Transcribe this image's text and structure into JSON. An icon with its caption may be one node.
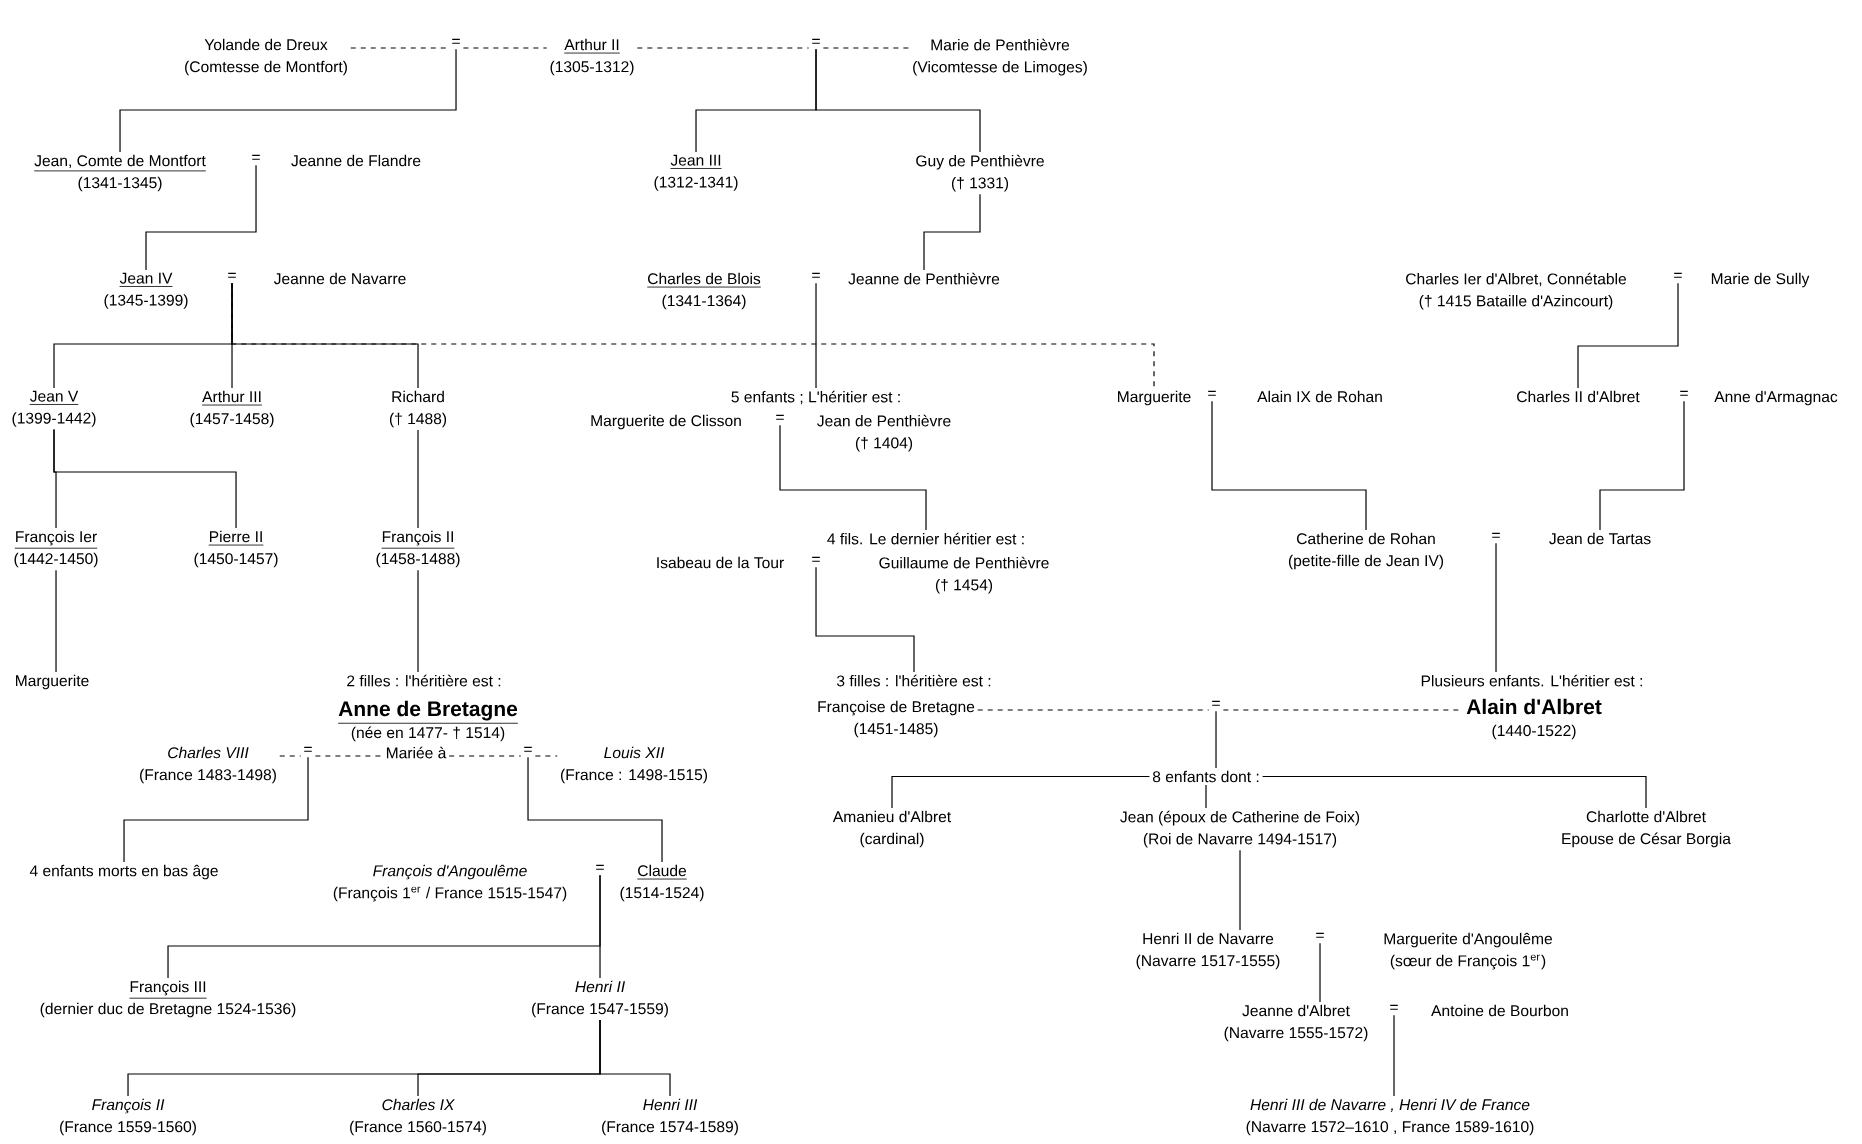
{
  "diagram": {
    "nodes": [
      {
        "text": [
          "Yolande de Dreux",
          "(Comtesse de Montfort)"
        ]
      },
      {
        "text": [
          "="
        ]
      },
      {
        "text": [
          "Arthur II",
          "(1305-1312)"
        ]
      },
      {
        "text": [
          "="
        ]
      },
      {
        "text": [
          "Marie de Penthièvre",
          "(Vicomtesse de Limoges)"
        ]
      },
      {
        "text": [
          "Jean, Comte de Montfort",
          "(1341-1345)"
        ]
      },
      {
        "text": [
          "="
        ]
      },
      {
        "text": [
          "Jeanne de Flandre"
        ]
      },
      {
        "text": [
          "Jean III",
          "(1312-1341)"
        ]
      },
      {
        "text": [
          "Guy de Penthièvre",
          "(† 1331)"
        ]
      },
      {
        "text": [
          "Jean IV",
          "(1345-1399)"
        ]
      },
      {
        "text": [
          "="
        ]
      },
      {
        "text": [
          "Jeanne de Navarre"
        ]
      },
      {
        "text": [
          "Charles de Blois",
          "(1341-1364)"
        ]
      },
      {
        "text": [
          "="
        ]
      },
      {
        "text": [
          "Jeanne de Penthièvre"
        ]
      },
      {
        "text": [
          "Charles Ier d'Albret, Connétable",
          "(† 1415 Bataille d'Azincourt)"
        ]
      },
      {
        "text": [
          "="
        ]
      },
      {
        "text": [
          "Marie de Sully"
        ]
      },
      {
        "text": [
          "Jean V",
          "(1399-1442)"
        ]
      },
      {
        "text": [
          "Arthur III",
          "(1457-1458)"
        ]
      },
      {
        "text": [
          "Richard",
          "(† 1488)"
        ]
      },
      {
        "text": [
          "5 enfants ; L'héritier est :"
        ]
      },
      {
        "text": [
          "Marguerite de Clisson"
        ]
      },
      {
        "text": [
          "="
        ]
      },
      {
        "text": [
          "Jean de Penthièvre",
          "(† 1404)"
        ]
      },
      {
        "text": [
          "Marguerite"
        ]
      },
      {
        "text": [
          "="
        ]
      },
      {
        "text": [
          "Alain IX de Rohan"
        ]
      },
      {
        "text": [
          "Charles II d'Albret"
        ]
      },
      {
        "text": [
          "="
        ]
      },
      {
        "text": [
          "Anne d'Armagnac"
        ]
      },
      {
        "text": [
          "François Ier",
          "(1442-1450)"
        ]
      },
      {
        "text": [
          "Pierre II",
          "(1450-1457)"
        ]
      },
      {
        "text": [
          "François II",
          "(1458-1488)"
        ]
      },
      {
        "text": [
          "4 fils. Le dernier héritier est :"
        ]
      },
      {
        "text": [
          "Isabeau de la Tour"
        ]
      },
      {
        "text": [
          "="
        ]
      },
      {
        "text": [
          "Guillaume de Penthièvre",
          "(† 1454)"
        ]
      },
      {
        "text": [
          "Catherine de Rohan",
          "(petite-fille de Jean IV)"
        ]
      },
      {
        "text": [
          "="
        ]
      },
      {
        "text": [
          "Jean de Tartas"
        ]
      },
      {
        "text": [
          "Marguerite"
        ]
      },
      {
        "text": [
          "2 filles : l'héritière est :"
        ]
      },
      {
        "text": [
          "Anne de Bretagne",
          "(née en 1477- † 1514)"
        ]
      },
      {
        "text": [
          "3 filles : l'héritière est :"
        ]
      },
      {
        "text": [
          "Plusieurs enfants. L'héritier est :"
        ]
      },
      {
        "text": [
          "Françoise de Bretagne",
          "(1451-1485)"
        ]
      },
      {
        "text": [
          "="
        ]
      },
      {
        "text": [
          "Alain d'Albret",
          "(1440-1522)"
        ]
      },
      {
        "text": [
          "Charles VIII",
          "(France 1483-1498)"
        ]
      },
      {
        "text": [
          "="
        ]
      },
      {
        "text": [
          "Mariée à"
        ]
      },
      {
        "text": [
          "="
        ]
      },
      {
        "text": [
          "Louis XII",
          "(France : 1498-1515)"
        ]
      },
      {
        "text": [
          "8 enfants dont :"
        ]
      },
      {
        "text": [
          "4 enfants morts en bas âge"
        ]
      },
      {
        "text": [
          "François d'Angoulême",
          "(François 1$^{er}$ / France 1515-1547)"
        ]
      },
      {
        "text": [
          "="
        ]
      },
      {
        "text": [
          "Claude",
          "(1514-1524)"
        ]
      },
      {
        "text": [
          "Amanieu d'Albret",
          "(cardinal)"
        ]
      },
      {
        "text": [
          "Jean (époux de Catherine de Foix)",
          "(Roi de Navarre 1494-1517)"
        ]
      },
      {
        "text": [
          "Charlotte d'Albret",
          "Epouse de César Borgia"
        ]
      },
      {
        "text": [
          "Henri II de Navarre",
          "(Navarre 1517-1555)"
        ]
      },
      {
        "text": [
          "="
        ]
      },
      {
        "text": [
          "Marguerite d'Angoulême",
          "(sœur de François 1$^{er}$)"
        ]
      },
      {
        "text": [
          "François III",
          "(dernier duc de Bretagne 1524-1536)"
        ]
      },
      {
        "text": [
          "Henri II",
          "(France 1547-1559)"
        ]
      },
      {
        "text": [
          "Jeanne d'Albret",
          "(Navarre 1555-1572)"
        ]
      },
      {
        "text": [
          "="
        ]
      },
      {
        "text": [
          "Antoine de Bourbon"
        ]
      },
      {
        "text": [
          "François II",
          "(France 1559-1560)"
        ]
      },
      {
        "text": [
          "Charles IX",
          "(France 1560-1574)"
        ]
      },
      {
        "text": [
          "Henri III",
          "(France 1574-1589)"
        ]
      },
      {
        "text": [
          "Henri III de Navarre , Henri IV de France",
          "(Navarre 1572–1610 , France 1589-1610)"
        ]
      }
    ],
    "edges": [
      {
        "from": 0,
        "to": 1,
        "arrow": "none",
        "style": "dashed"
      },
      {
        "from": 1,
        "to": 2,
        "arrow": "none",
        "style": "dashed"
      },
      {
        "from": 2,
        "to": 3,
        "arrow": "none",
        "style": "dashed"
      },
      {
        "from": 3,
        "to": 4,
        "arrow": "none",
        "style": "dashed"
      },
      {
        "from": 1,
        "to": 5,
        "arrow": "none"
      },
      {
        "from": 3,
        "to": 8,
        "arrow": "none"
      },
      {
        "from": 3,
        "to": 9,
        "arrow": "none"
      },
      {
        "from": 6,
        "to": 10,
        "arrow": "none"
      },
      {
        "from": 9,
        "to": 15,
        "arrow": "none"
      },
      {
        "from": 11,
        "to": 19,
        "arrow": "none"
      },
      {
        "from": 11,
        "to": 20,
        "arrow": "none"
      },
      {
        "from": 11,
        "to": 21,
        "arrow": "none"
      },
      {
        "from": 11,
        "to": 26,
        "arrow": "none",
        "style": "dashed"
      },
      {
        "from": 14,
        "to": 22,
        "arrow": "none"
      },
      {
        "from": 24,
        "to": 35,
        "arrow": "none"
      },
      {
        "from": 19,
        "to": 32,
        "arrow": "none"
      },
      {
        "from": 19,
        "to": 33,
        "arrow": "none"
      },
      {
        "from": 21,
        "to": 34,
        "arrow": "none"
      },
      {
        "from": 17,
        "to": 29,
        "arrow": "none"
      },
      {
        "from": 27,
        "to": 39,
        "arrow": "none"
      },
      {
        "from": 30,
        "to": 41,
        "arrow": "none"
      },
      {
        "from": 32,
        "to": 42,
        "arrow": "none"
      },
      {
        "from": 34,
        "to": 43,
        "arrow": "none"
      },
      {
        "from": 37,
        "to": 45,
        "arrow": "none"
      },
      {
        "from": 40,
        "to": 46,
        "arrow": "none"
      },
      {
        "from": 47,
        "to": 48,
        "arrow": "none",
        "style": "dashed"
      },
      {
        "from": 48,
        "to": 49,
        "arrow": "none",
        "style": "dashed"
      },
      {
        "from": 48,
        "to": 55,
        "arrow": "none"
      },
      {
        "from": 50,
        "to": 51,
        "arrow": "none",
        "style": "dashed"
      },
      {
        "from": 51,
        "to": 52,
        "arrow": "none",
        "style": "dashed"
      },
      {
        "from": 52,
        "to": 53,
        "arrow": "none",
        "style": "dashed"
      },
      {
        "from": 53,
        "to": 54,
        "arrow": "none",
        "style": "dashed"
      },
      {
        "from": 51,
        "to": 56,
        "arrow": "none"
      },
      {
        "from": 53,
        "to": 59,
        "arrow": "none"
      },
      {
        "from": 55,
        "to": 60,
        "arrow": "none"
      },
      {
        "from": 55,
        "to": 61,
        "arrow": "none"
      },
      {
        "from": 55,
        "to": 62,
        "arrow": "none"
      },
      {
        "from": 58,
        "to": 66,
        "arrow": "none"
      },
      {
        "from": 58,
        "to": 67,
        "arrow": "none"
      },
      {
        "from": 61,
        "to": 63,
        "arrow": "none"
      },
      {
        "from": 64,
        "to": 68,
        "arrow": "none"
      },
      {
        "from": 67,
        "to": 71,
        "arrow": "none"
      },
      {
        "from": 67,
        "to": 72,
        "arrow": "none"
      },
      {
        "from": 67,
        "to": 73,
        "arrow": "none"
      },
      {
        "from": 69,
        "to": 74,
        "arrow": "none"
      }
    ]
  }
}
